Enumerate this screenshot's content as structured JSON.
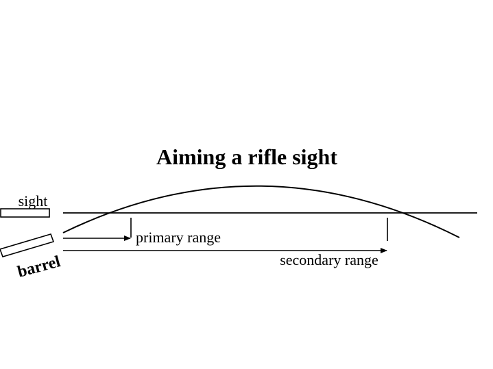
{
  "title": "Aiming a rifle sight",
  "labels": {
    "sight": "sight",
    "barrel": "barrel",
    "primary_range": "primary range",
    "secondary_range": "secondary range"
  },
  "colors": {
    "stroke": "#000000",
    "background": "#ffffff"
  }
}
